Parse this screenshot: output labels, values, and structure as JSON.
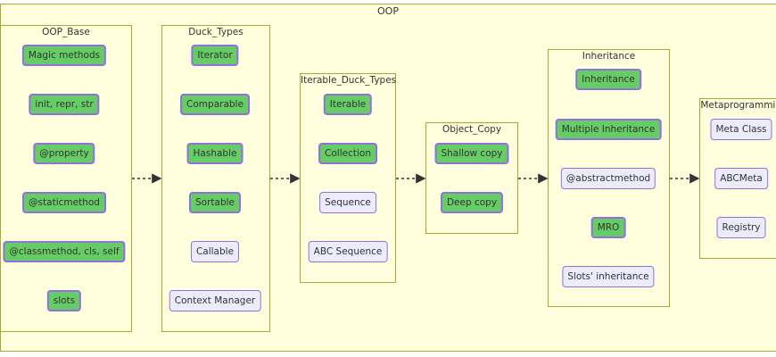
{
  "diagram": {
    "title": "OOP",
    "colors": {
      "highlight_fill": "#66cc66",
      "node_fill": "#ececff",
      "node_border": "#9370db",
      "group_fill": "#ffffde",
      "group_border": "#aaaa33",
      "edge": "#333333"
    },
    "groups": [
      {
        "title": "OOP_Base",
        "nodes": [
          {
            "label": "Magic methods",
            "highlighted": true
          },
          {
            "label": "init, repr, str",
            "highlighted": true
          },
          {
            "label": "@property",
            "highlighted": true
          },
          {
            "label": "@staticmethod",
            "highlighted": true
          },
          {
            "label": "@classmethod, cls, self",
            "highlighted": true
          },
          {
            "label": "slots",
            "highlighted": true
          }
        ]
      },
      {
        "title": "Duck_Types",
        "nodes": [
          {
            "label": "Iterator",
            "highlighted": true
          },
          {
            "label": "Comparable",
            "highlighted": true
          },
          {
            "label": "Hashable",
            "highlighted": true
          },
          {
            "label": "Sortable",
            "highlighted": true
          },
          {
            "label": "Callable",
            "highlighted": false
          },
          {
            "label": "Context Manager",
            "highlighted": false
          }
        ]
      },
      {
        "title": "Iterable_Duck_Types",
        "nodes": [
          {
            "label": "Iterable",
            "highlighted": true
          },
          {
            "label": "Collection",
            "highlighted": true
          },
          {
            "label": "Sequence",
            "highlighted": false
          },
          {
            "label": "ABC Sequence",
            "highlighted": false
          }
        ]
      },
      {
        "title": "Object_Copy",
        "nodes": [
          {
            "label": "Shallow copy",
            "highlighted": true
          },
          {
            "label": "Deep copy",
            "highlighted": true
          }
        ]
      },
      {
        "title": "Inheritance",
        "nodes": [
          {
            "label": "Inheritance",
            "highlighted": true
          },
          {
            "label": "Multiple Inheritance",
            "highlighted": true
          },
          {
            "label": "@abstractmethod",
            "highlighted": false
          },
          {
            "label": "MRO",
            "highlighted": true
          },
          {
            "label": "Slots' inheritance",
            "highlighted": false
          }
        ]
      },
      {
        "title": "Metaprogramming",
        "nodes": [
          {
            "label": "Meta Class",
            "highlighted": false
          },
          {
            "label": "ABCMeta",
            "highlighted": false
          },
          {
            "label": "Registry",
            "highlighted": false
          }
        ]
      }
    ],
    "edges": [
      {
        "from": "OOP_Base",
        "to": "Duck_Types"
      },
      {
        "from": "Duck_Types",
        "to": "Iterable_Duck_Types"
      },
      {
        "from": "Iterable_Duck_Types",
        "to": "Object_Copy"
      },
      {
        "from": "Object_Copy",
        "to": "Inheritance"
      },
      {
        "from": "Inheritance",
        "to": "Metaprogramming"
      }
    ]
  }
}
